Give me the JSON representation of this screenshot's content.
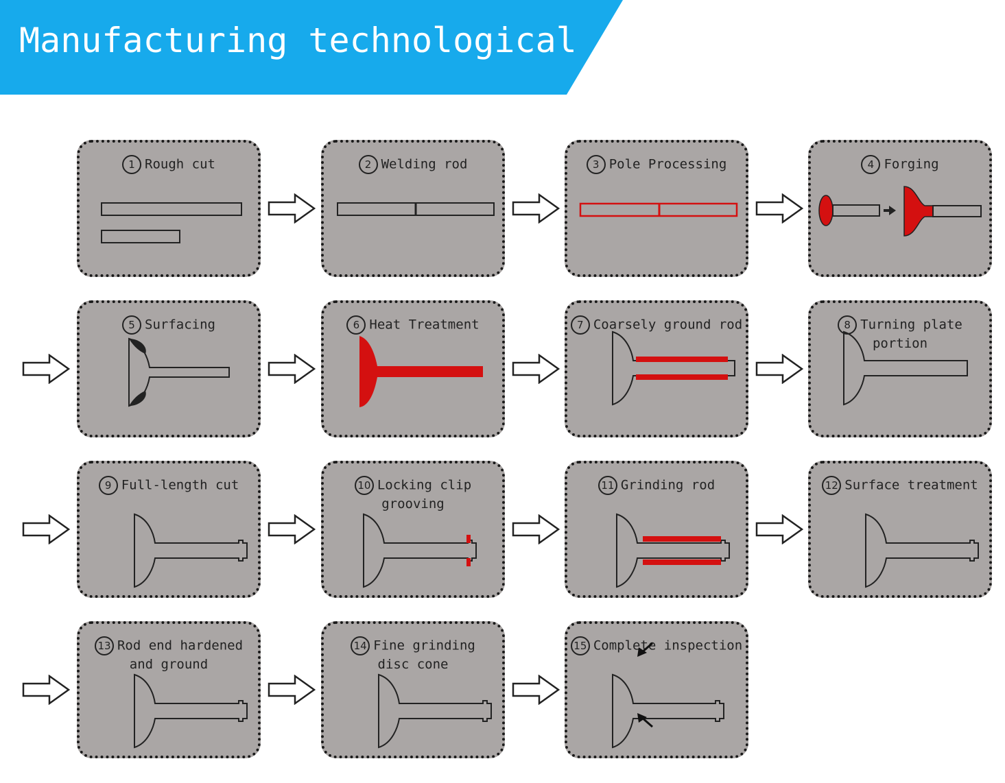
{
  "header": {
    "title": "Manufacturing technological",
    "color": "#17aaec"
  },
  "colors": {
    "panel": "#aaa6a5",
    "accent": "#d41010",
    "outline": "#222222"
  },
  "steps": [
    {
      "num": "1",
      "label": "Rough cut",
      "illustration": "two-bars"
    },
    {
      "num": "2",
      "label": "Welding rod",
      "illustration": "welded-bar"
    },
    {
      "num": "3",
      "label": "Pole Processing",
      "illustration": "welded-bar-red"
    },
    {
      "num": "4",
      "label": "Forging",
      "illustration": "forging"
    },
    {
      "num": "5",
      "label": "Surfacing",
      "illustration": "valve-surfacing"
    },
    {
      "num": "6",
      "label": "Heat Treatment",
      "illustration": "valve-red-filled"
    },
    {
      "num": "7",
      "label": "Coarsely ground rod",
      "illustration": "valve-ground-rod"
    },
    {
      "num": "8",
      "label": "Turning plate portion",
      "illustration": "valve-plain"
    },
    {
      "num": "9",
      "label": "Full-length cut",
      "illustration": "valve-grooved"
    },
    {
      "num": "10",
      "label": "Locking clip grooving",
      "illustration": "valve-groove-red"
    },
    {
      "num": "11",
      "label": "Grinding rod",
      "illustration": "valve-grind-red"
    },
    {
      "num": "12",
      "label": "Surface treatment",
      "illustration": "valve-grooved"
    },
    {
      "num": "13",
      "label": "Rod end hardened\nand ground",
      "illustration": "valve-grooved"
    },
    {
      "num": "14",
      "label": "Fine grinding\ndisc cone",
      "illustration": "valve-grooved"
    },
    {
      "num": "15",
      "label": "Complete inspection",
      "illustration": "valve-inspect"
    }
  ]
}
